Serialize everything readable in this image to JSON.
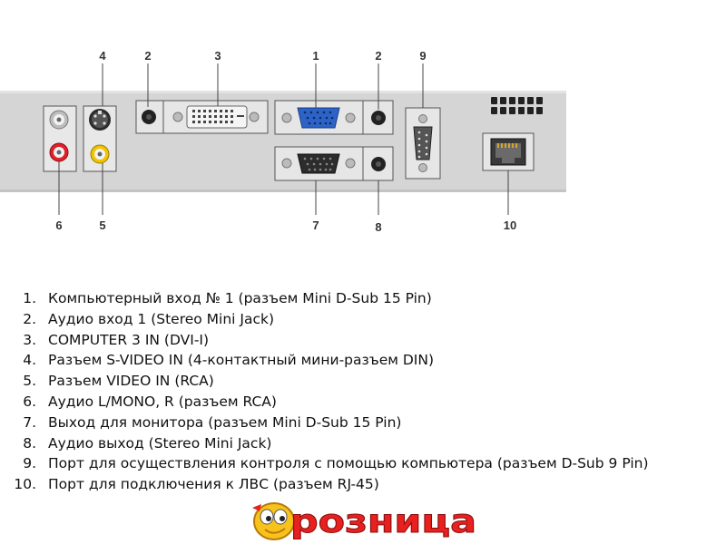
{
  "callouts": {
    "c1": "1",
    "c2a": "2",
    "c2b": "2",
    "c3": "3",
    "c4": "4",
    "c5": "5",
    "c6": "6",
    "c7": "7",
    "c8": "8",
    "c9": "9",
    "c10": "10"
  },
  "legend": [
    {
      "num": "1.",
      "text": "Компьютерный вход № 1 (разъем Mini D-Sub 15 Pin)"
    },
    {
      "num": "2.",
      "text": "Аудио вход 1 (Stereo Mini Jack)"
    },
    {
      "num": "3.",
      "text": "COMPUTER 3 IN (DVI-I)"
    },
    {
      "num": "4.",
      "text": "Разъем S-VIDEO IN (4-контактный мини-разъем DIN)"
    },
    {
      "num": "5.",
      "text": "Разъем VIDEO IN (RCA)"
    },
    {
      "num": "6.",
      "text": "Аудио L/MONO, R (разъем RCA)"
    },
    {
      "num": "7.",
      "text": "Выход для монитора (разъем Mini D-Sub 15 Pin)"
    },
    {
      "num": "8.",
      "text": "Аудио выход (Stereo Mini Jack)"
    },
    {
      "num": "9.",
      "text": "Порт для осуществления контроля с помощью компьютера (разъем D-Sub 9 Pin)"
    },
    {
      "num": "10.",
      "text": "Порт для подключения к ЛВС (разъем RJ-45)"
    }
  ],
  "logo": {
    "text": "розница"
  },
  "colors": {
    "panel": "#d5d5d5",
    "rca_red": "#e0202a",
    "rca_yellow": "#f2c400",
    "vga_blue": "#2d63c8",
    "logo_red": "#e8201e",
    "logo_yellow": "#f7c21c"
  }
}
